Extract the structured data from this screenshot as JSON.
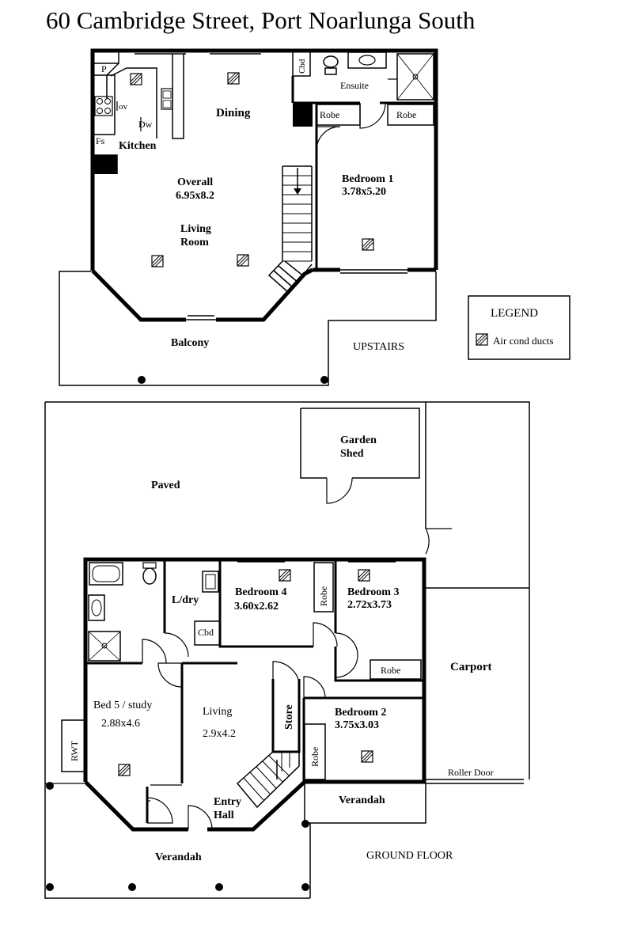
{
  "title": "60 Cambridge Street,  Port Noarlunga South",
  "upstairs": {
    "label": "UPSTAIRS",
    "kitchen": {
      "label": "Kitchen",
      "p": "P",
      "ov": "ov",
      "dw": "Dw",
      "fs": "Fs"
    },
    "dining": "Dining",
    "overall_label": "Overall",
    "overall_dims": "6.95x8.2",
    "living_line1": "Living",
    "living_line2": "Room",
    "balcony": "Balcony",
    "cbd": "Cbd",
    "ensuite": "Ensuite",
    "robe_left": "Robe",
    "robe_right": "Robe",
    "bedroom1_name": "Bedroom 1",
    "bedroom1_dims": "3.78x5.20"
  },
  "legend": {
    "heading": "LEGEND",
    "item": "Air cond ducts"
  },
  "ground": {
    "label": "GROUND FLOOR",
    "paved": "Paved",
    "shed_line1": "Garden",
    "shed_line2": "Shed",
    "ldry": "L/dry",
    "cbd": "Cbd",
    "bedroom4_name": "Bedroom 4",
    "bedroom4_dims": "3.60x2.62",
    "robe_b4": "Robe",
    "bedroom3_name": "Bedroom 3",
    "bedroom3_dims": "2.72x3.73",
    "robe_b3": "Robe",
    "carport": "Carport",
    "bed5_name": "Bed 5 / study",
    "bed5_dims": "2.88x4.6",
    "living_name": "Living",
    "living_dims": "2.9x4.2",
    "store": "Store",
    "bedroom2_name": "Bedroom 2",
    "bedroom2_dims": "3.75x3.03",
    "robe_b2": "Robe",
    "rwt": "RWT",
    "entry_line1": "Entry",
    "entry_line2": "Hall",
    "verandah_right": "Verandah",
    "verandah_front": "Verandah",
    "roller_door": "Roller Door"
  }
}
